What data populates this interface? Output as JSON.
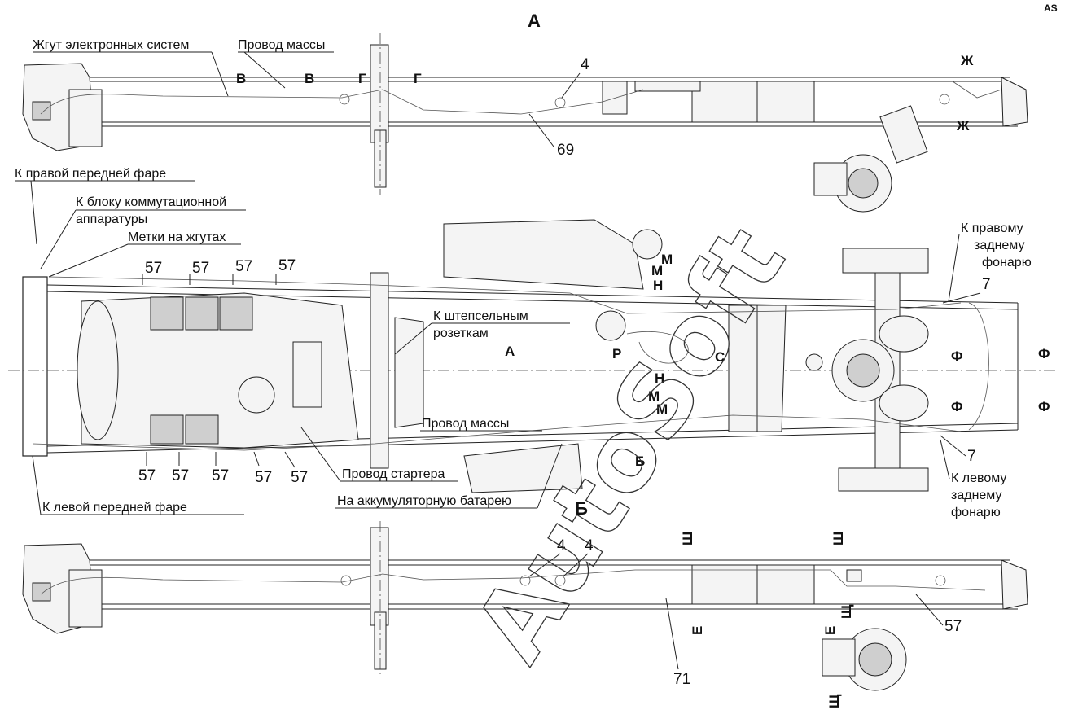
{
  "views": {
    "top_view": "А",
    "bottom_view": "Б"
  },
  "labels": {
    "harness_electronic": "Жгут электронных систем",
    "ground_wire_top": "Провод массы",
    "right_front_lamp": "К правой передней фаре",
    "switch_block_1": "К блоку коммутационной",
    "switch_block_2": "аппаратуры",
    "harness_marks": "Метки на жгутах",
    "sockets_1": "К штепсельным",
    "sockets_2": "розеткам",
    "ground_wire_mid": "Провод массы",
    "starter_wire": "Провод стартера",
    "to_battery": "На аккумуляторную батарею",
    "left_front_lamp": "К левой передней фаре",
    "right_rear_1": "К правому",
    "right_rear_2": "заднему",
    "right_rear_3": "фонарю",
    "left_rear_1": "К левому",
    "left_rear_2": "заднему",
    "left_rear_3": "фонарю"
  },
  "numbers": {
    "n4_top": "4",
    "n69": "69",
    "n57_a": "57",
    "n57_b": "57",
    "n57_c": "57",
    "n57_d": "57",
    "n57_e": "57",
    "n57_f": "57",
    "n57_g": "57",
    "n57_h": "57",
    "n57_i": "57",
    "n7_top": "7",
    "n7_bot": "7",
    "n4_b1": "4",
    "n4_b2": "4",
    "n71": "71",
    "n57_right": "57"
  },
  "sections": {
    "v1": "В",
    "v2": "В",
    "g1": "Г",
    "g2": "Г",
    "zh1": "Ж",
    "zh2": "Ж",
    "m1": "М",
    "m2": "М",
    "n1": "Н",
    "n2": "Н",
    "m3": "М",
    "m4": "М",
    "r": "Р",
    "s": "С",
    "a_arrow": "А",
    "b_arrow": "Б",
    "f1": "Ф",
    "f2": "Ф",
    "f3": "Ф",
    "f4": "Ф",
    "e1": "Е",
    "e2": "Е",
    "sh1": "Ш",
    "sh2": "Ш",
    "shch1": "Щ",
    "shch2": "Щ"
  },
  "watermark": "AutoSoft",
  "corner_logo": "AS"
}
